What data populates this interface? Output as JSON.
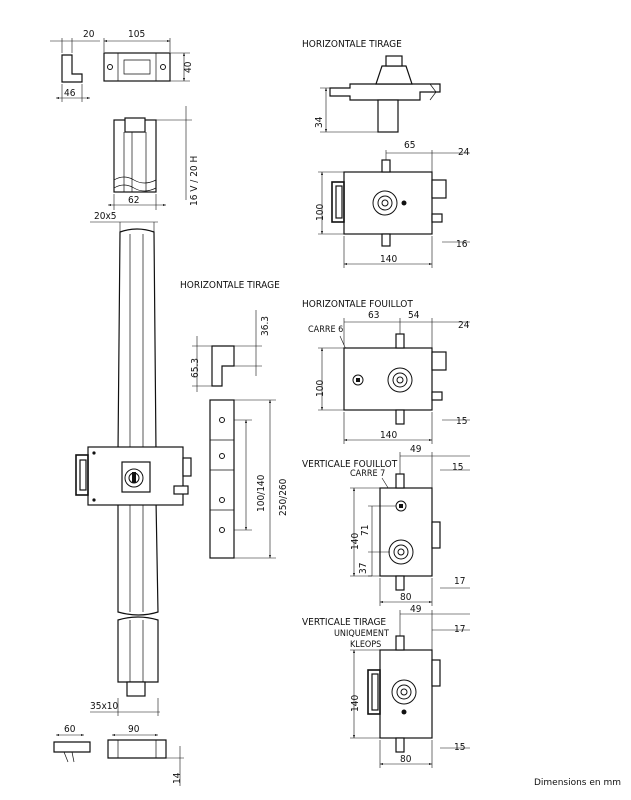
{
  "titles": {
    "ht1": "HORIZONTALE TIRAGE",
    "ht2": "HORIZONTALE TIRAGE",
    "hf": "HORIZONTALE FOUILLOT",
    "vf": "VERTICALE FOUILLOT",
    "vt": "VERTICALE TIRAGE",
    "vt_sub1": "UNIQUEMENT",
    "vt_sub2": "KLEOPS"
  },
  "labels": {
    "carre6": "CARRE 6",
    "carre7": "CARRE 7"
  },
  "dims": {
    "d20": "20",
    "d105": "105",
    "d40": "40",
    "d46": "46",
    "d62": "62",
    "d16v20h": "16 V / 20 H",
    "d20x5": "20x5",
    "d35x10": "35x10",
    "d60": "60",
    "d90": "90",
    "d14": "14",
    "d36_3": "36.3",
    "d65_3": "65.3",
    "d100_140": "100/140",
    "d250_260": "250/260",
    "ht_34": "34",
    "ht_65": "65",
    "ht_24": "24",
    "ht_100": "100",
    "ht_16": "16",
    "ht_140": "140",
    "hf_63": "63",
    "hf_54": "54",
    "hf_24": "24",
    "hf_100": "100",
    "hf_15": "15",
    "hf_140": "140",
    "vf_49": "49",
    "vf_15": "15",
    "vf_140": "140",
    "vf_71": "71",
    "vf_37": "37",
    "vf_17": "17",
    "vf_80": "80",
    "vt_49": "49",
    "vt_17": "17",
    "vt_140": "140",
    "vt_15": "15",
    "vt_80": "80"
  },
  "footer": "Dimensions en mm"
}
